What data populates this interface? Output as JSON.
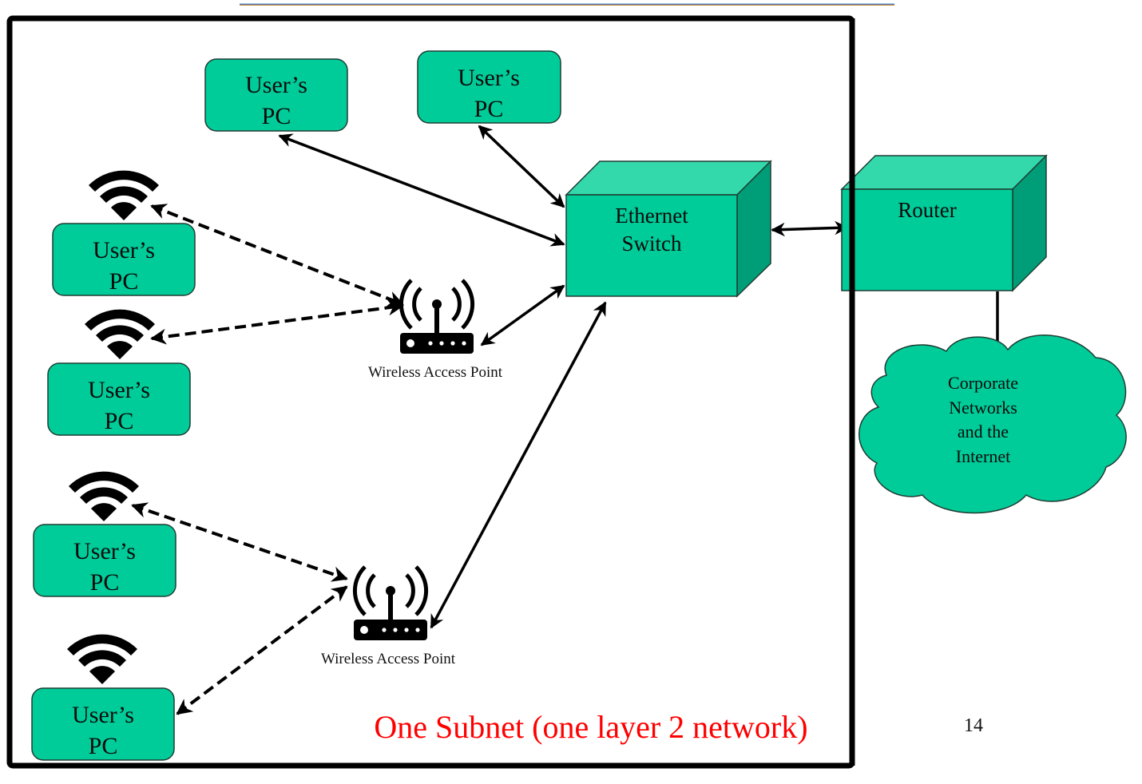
{
  "colors": {
    "node_fill": "#00cc99",
    "node_top": "#33d9ab",
    "node_side": "#009e78",
    "node_stroke": "#1f3d33",
    "frame": "#000000",
    "subnet_label": "#ff0000",
    "connector": "#000000"
  },
  "slide": {
    "page_number": "14",
    "subnet_label": "One Subnet (one layer 2 network)"
  },
  "nodes": {
    "wired_pcs": [
      {
        "id": "pc-wired-1",
        "line1": "User’s",
        "line2": "PC"
      },
      {
        "id": "pc-wired-2",
        "line1": "User’s",
        "line2": "PC"
      }
    ],
    "wireless_pcs": [
      {
        "id": "pc-wifi-1",
        "line1": "User’s",
        "line2": "PC",
        "icon": "wifi-icon"
      },
      {
        "id": "pc-wifi-2",
        "line1": "User’s",
        "line2": "PC",
        "icon": "wifi-icon"
      },
      {
        "id": "pc-wifi-3",
        "line1": "User’s",
        "line2": "PC",
        "icon": "wifi-icon"
      },
      {
        "id": "pc-wifi-4",
        "line1": "User’s",
        "line2": "PC",
        "icon": "wifi-icon"
      }
    ],
    "access_points": [
      {
        "id": "wap-1",
        "label": "Wireless Access Point",
        "icon": "wireless-router-icon"
      },
      {
        "id": "wap-2",
        "label": "Wireless Access Point",
        "icon": "wireless-router-icon"
      }
    ],
    "switch": {
      "line1": "Ethernet",
      "line2": "Switch"
    },
    "router": {
      "label": "Router"
    },
    "cloud": {
      "lines": [
        "Corporate",
        "Networks",
        "and the",
        "Internet"
      ]
    }
  },
  "connections": [
    {
      "from": "pc-wired-1",
      "to": "switch",
      "style": "solid",
      "arrows": "both"
    },
    {
      "from": "pc-wired-2",
      "to": "switch",
      "style": "solid",
      "arrows": "both"
    },
    {
      "from": "wap-1",
      "to": "switch",
      "style": "solid",
      "arrows": "both"
    },
    {
      "from": "wap-2",
      "to": "switch",
      "style": "solid",
      "arrows": "both"
    },
    {
      "from": "switch",
      "to": "router",
      "style": "solid",
      "arrows": "both"
    },
    {
      "from": "router",
      "to": "cloud",
      "style": "solid",
      "arrows": "none"
    },
    {
      "from": "pc-wifi-1",
      "to": "wap-1",
      "style": "dashed",
      "arrows": "both"
    },
    {
      "from": "pc-wifi-2",
      "to": "wap-1",
      "style": "dashed",
      "arrows": "both"
    },
    {
      "from": "pc-wifi-3",
      "to": "wap-2",
      "style": "dashed",
      "arrows": "both"
    },
    {
      "from": "pc-wifi-4",
      "to": "wap-2",
      "style": "dashed",
      "arrows": "both"
    }
  ]
}
